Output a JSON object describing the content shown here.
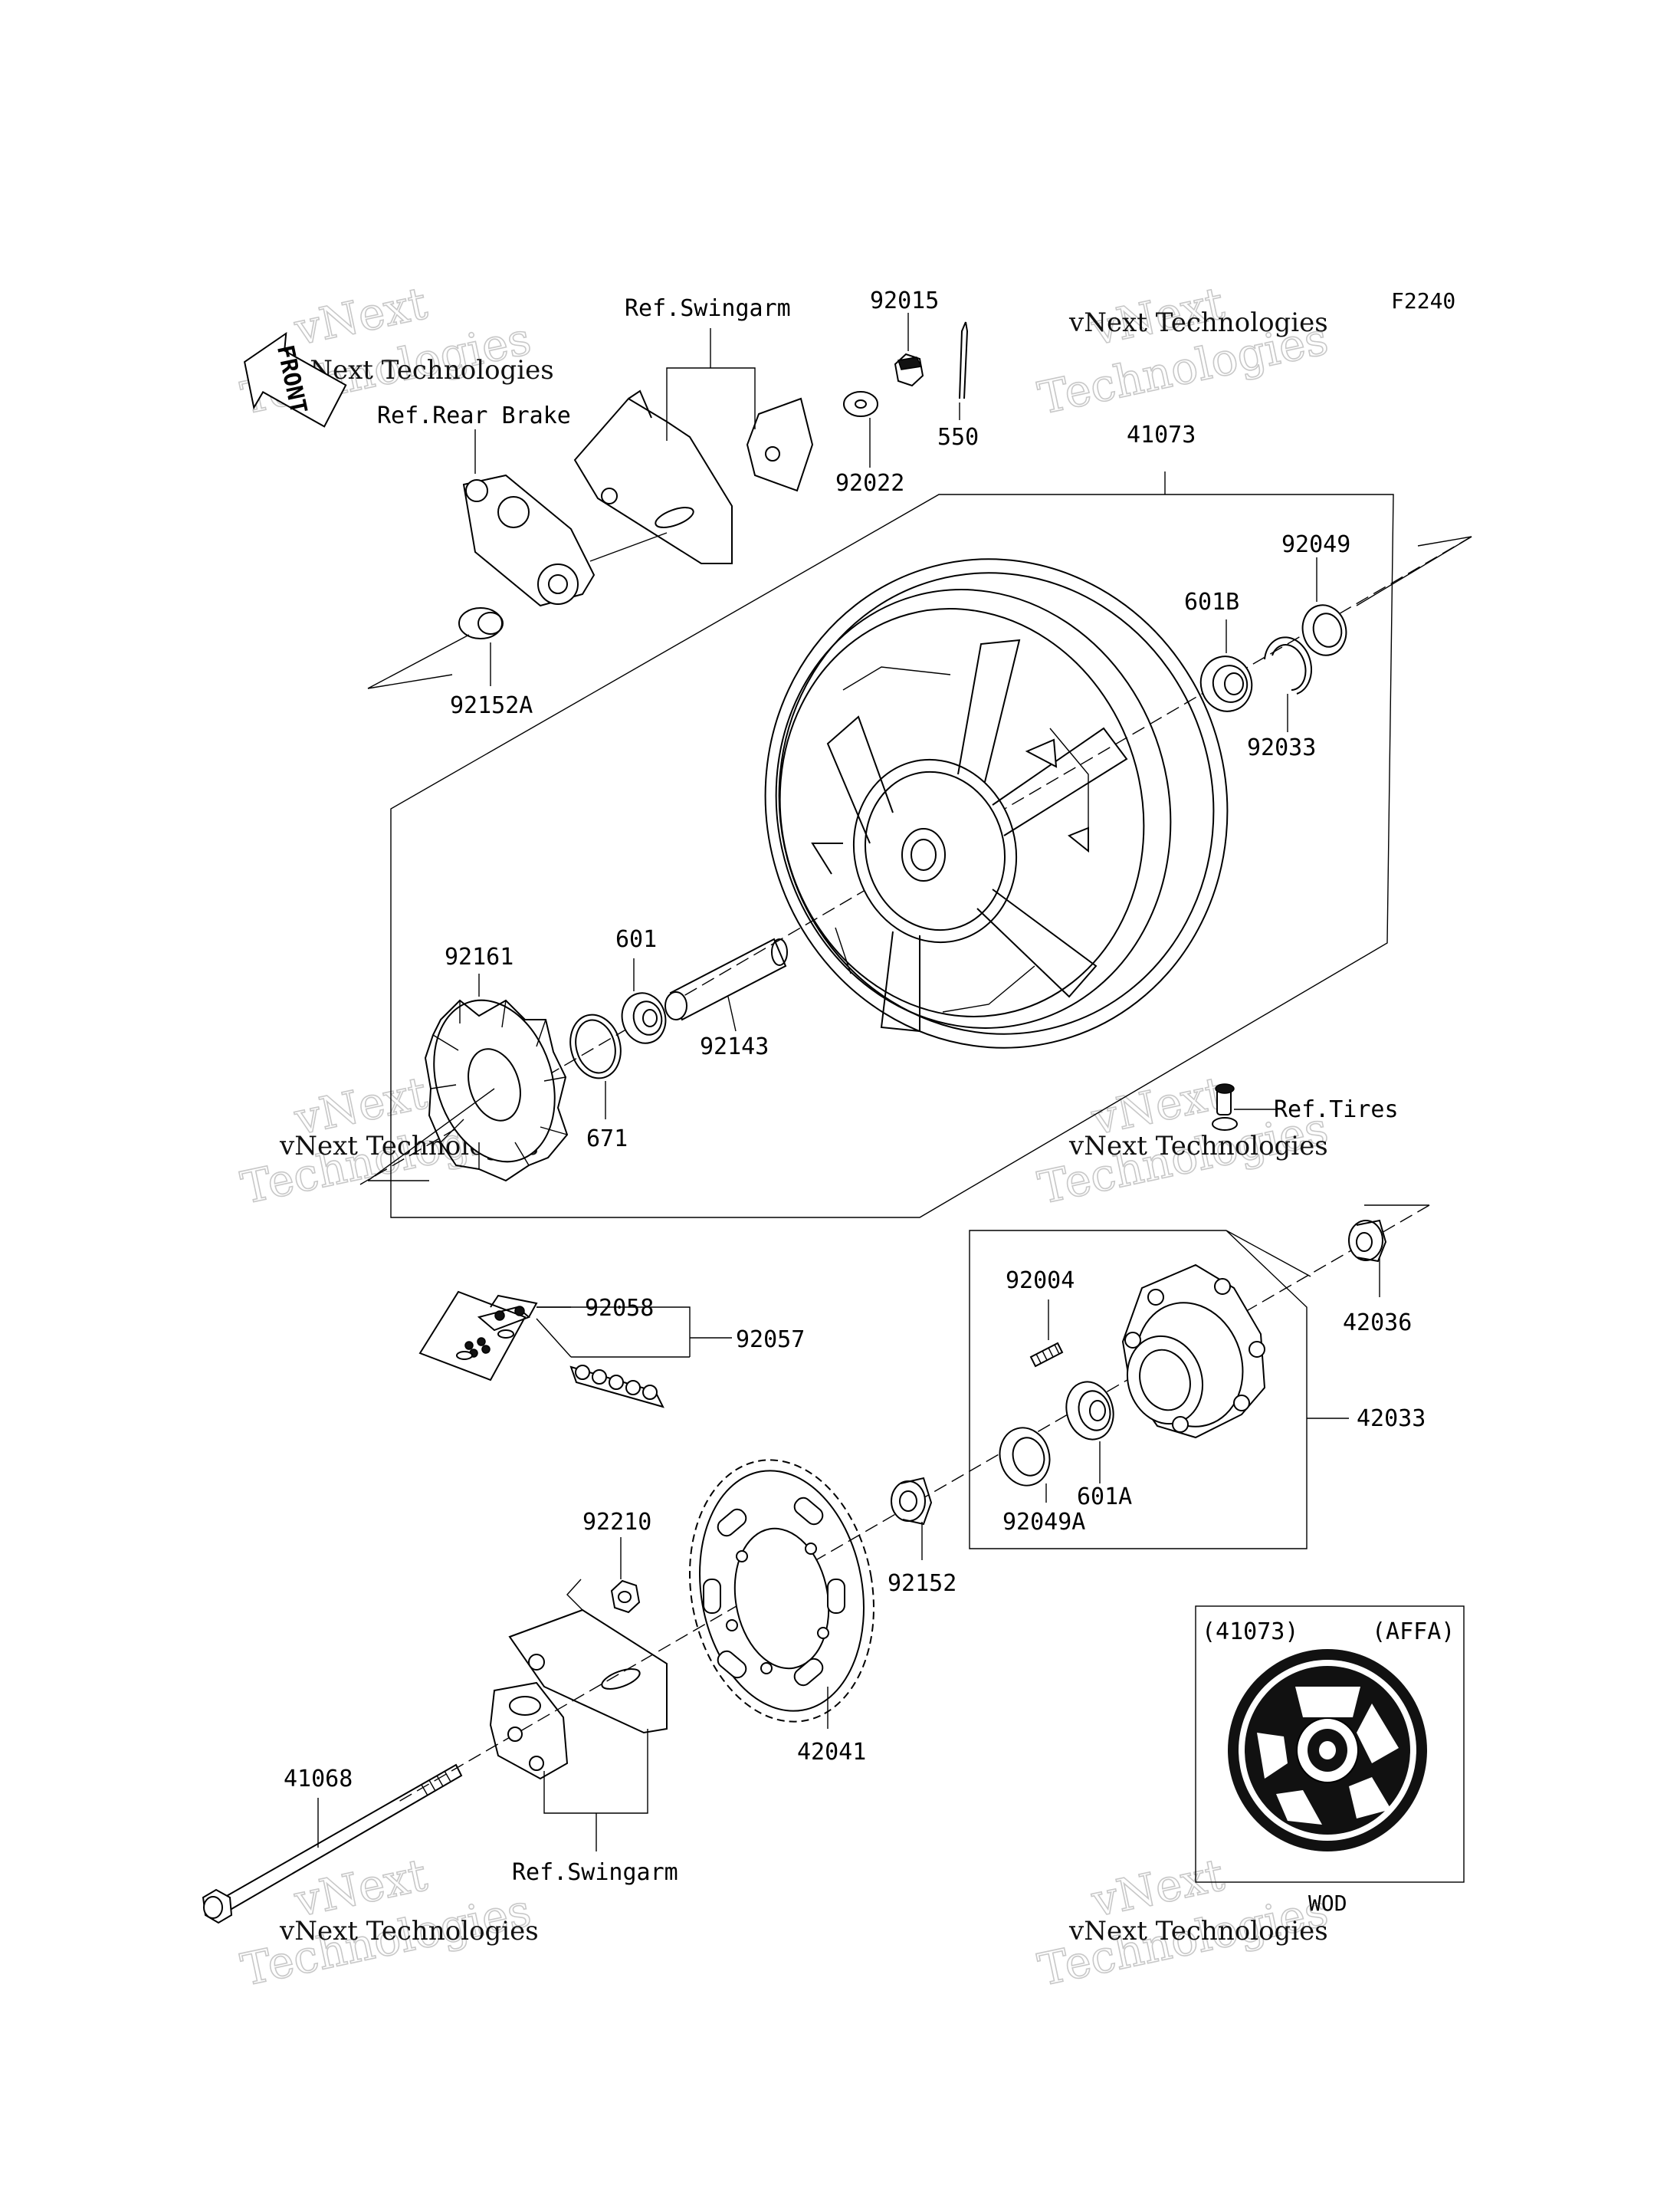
{
  "figure_code": "F2240",
  "front_label": "FRONT",
  "watermark": {
    "line1": "vNext",
    "line2": "Technologies",
    "caption": "vNext Technologies"
  },
  "refs": {
    "swingarm_top": "Ref.Swingarm",
    "rear_brake": "Ref.Rear Brake",
    "tires": "Ref.Tires",
    "swingarm_bottom": "Ref.Swingarm"
  },
  "parts": {
    "p92015": "92015",
    "p550": "550",
    "p92022": "92022",
    "p41073": "41073",
    "p92049": "92049",
    "p601B": "601B",
    "p92033": "92033",
    "p92152A": "92152A",
    "p92161": "92161",
    "p601": "601",
    "p92143": "92143",
    "p671": "671",
    "p92004": "92004",
    "p42036": "42036",
    "p92058": "92058",
    "p92057": "92057",
    "p42033": "42033",
    "p601A": "601A",
    "p92049A": "92049A",
    "p92210": "92210",
    "p92152": "92152",
    "p42041": "42041",
    "p41068": "41068"
  },
  "inset": {
    "left_code": "(41073)",
    "right_code": "(AFFA)",
    "caption": "WOD"
  }
}
